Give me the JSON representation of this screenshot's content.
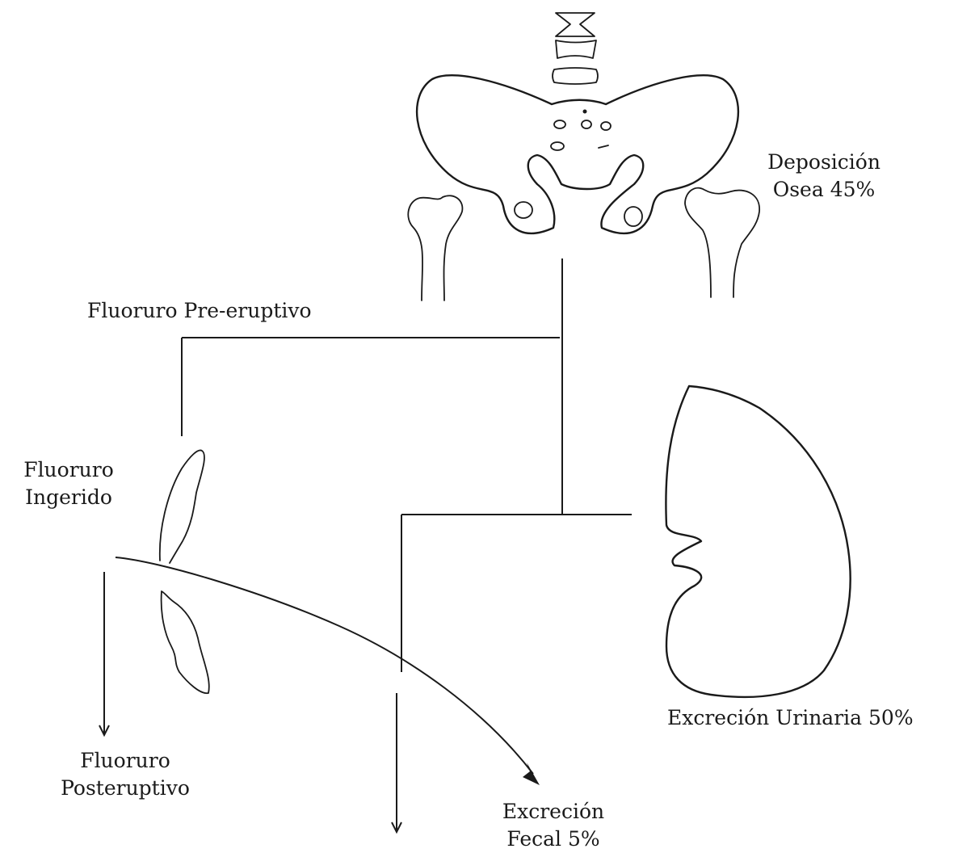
{
  "labels": {
    "bone_deposition": [
      "Deposición",
      "Osea 45%"
    ],
    "pre_eruptive": "Fluoruro Pre-eruptivo",
    "ingested": [
      "Fluoruro",
      "Ingerido"
    ],
    "urinary": "Excreción Urinaria 50%",
    "post_eruptive": [
      "Fluoruro",
      "Posteruptivo"
    ],
    "fecal": [
      "Excreción",
      "Fecal 5%"
    ]
  },
  "icons": [
    "vertebrae-icon",
    "pelvis-icon",
    "femur-icon",
    "kidney-icon",
    "tooth-icon"
  ],
  "colors": {
    "ink": "#1a1a1a",
    "background": "#ffffff"
  }
}
